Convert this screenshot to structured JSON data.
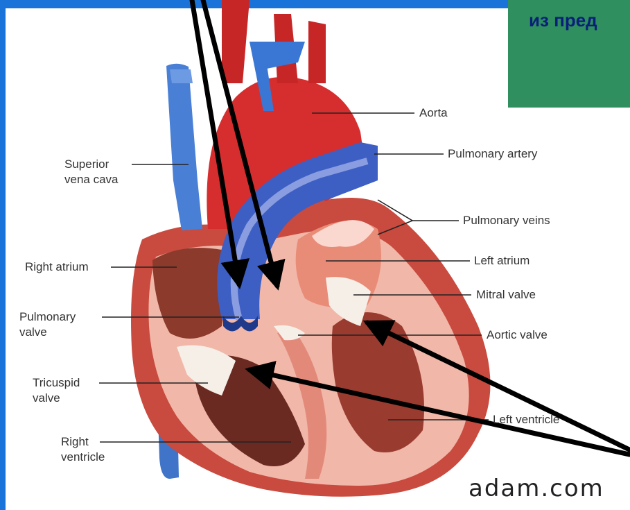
{
  "slide": {
    "header_text": "из пред",
    "colors": {
      "frame": "#1a73d9",
      "header_box": "#2f8f5e",
      "header_text": "#0a1f7a",
      "arrows": "#000000"
    }
  },
  "diagram": {
    "labels": {
      "aorta": "Aorta",
      "pulmonary_artery": "Pulmonary artery",
      "pulmonary_veins": "Pulmonary veins",
      "left_atrium": "Left atrium",
      "mitral_valve": "Mitral valve",
      "aortic_valve": "Aortic valve",
      "left_ventricle": "Left ventricle",
      "superior_vena_cava": [
        "Superior",
        "vena cava"
      ],
      "right_atrium": "Right atrium",
      "pulmonary_valve": [
        "Pulmonary",
        "valve"
      ],
      "tricuspid_valve": [
        "Tricuspid",
        "valve"
      ],
      "right_ventricle": [
        "Right",
        "ventricle"
      ]
    },
    "watermark": "adam.com"
  }
}
